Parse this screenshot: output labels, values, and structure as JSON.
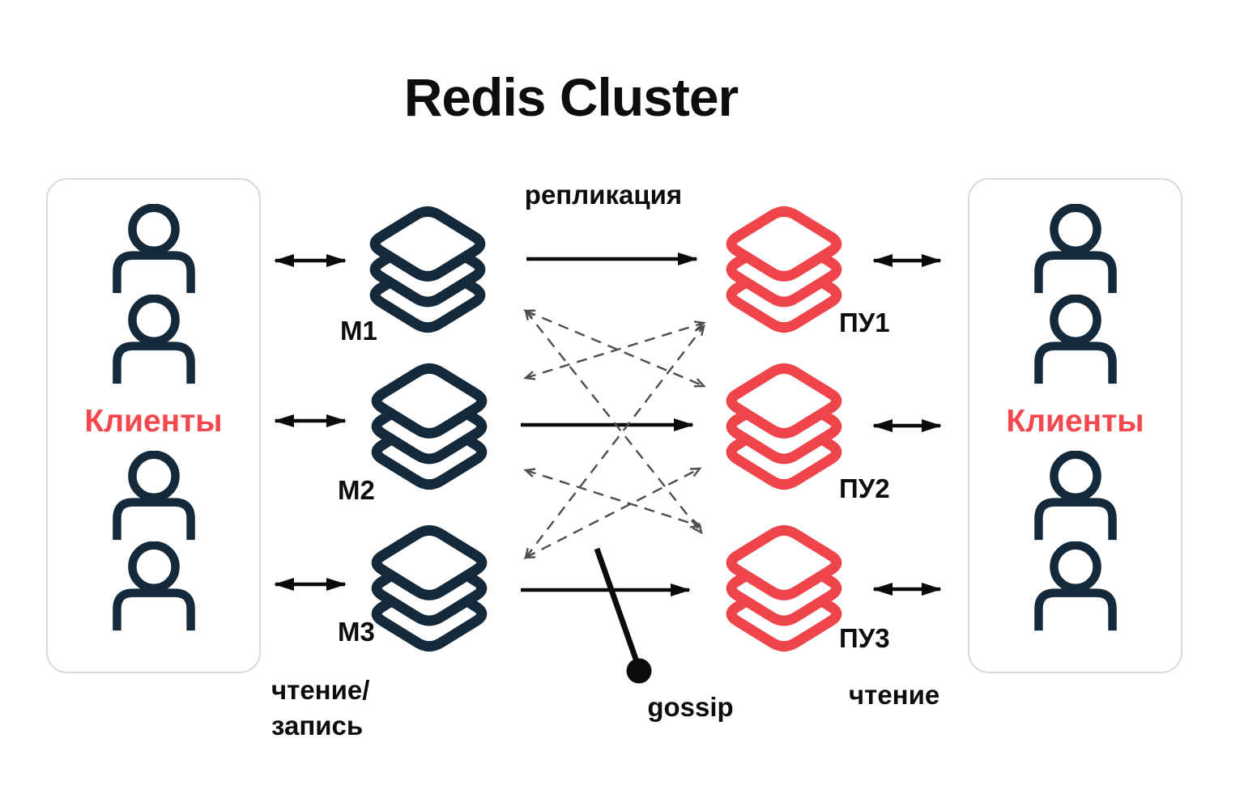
{
  "title": "Redis Cluster",
  "colors": {
    "master_navy": "#14293a",
    "replica_red": "#ef4449",
    "clients_label_red": "#f4484e",
    "box_border_gray": "#d9d9d9",
    "gossip_dash_gray": "#4d4d4d",
    "arrow_black": "#0b0b0b"
  },
  "clients_left": {
    "label": "Клиенты"
  },
  "clients_right": {
    "label": "Клиенты"
  },
  "masters": [
    {
      "label": "M1"
    },
    {
      "label": "M2"
    },
    {
      "label": "M3"
    }
  ],
  "replicas": [
    {
      "label": "ПУ1"
    },
    {
      "label": "ПУ2"
    },
    {
      "label": "ПУ3"
    }
  ],
  "annotations": {
    "replication": "репликация",
    "gossip": "gossip",
    "read_write_line1": "чтение/",
    "read_write_line2": "запись",
    "read": "чтение"
  }
}
